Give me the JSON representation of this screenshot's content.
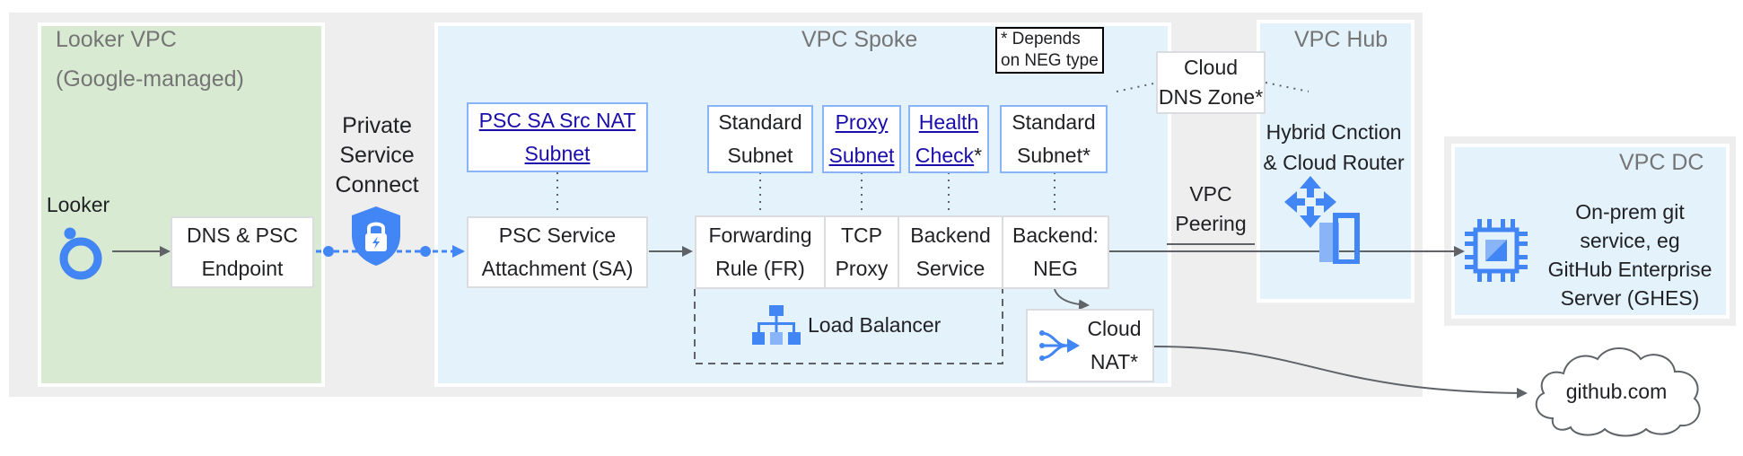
{
  "zones": {
    "looker_vpc": {
      "title": "Looker VPC",
      "subtitle": "(Google-managed)"
    },
    "vpc_spoke": {
      "title": "VPC Spoke"
    },
    "vpc_hub": {
      "title": "VPC Hub"
    },
    "vpc_dc": {
      "title": "VPC DC"
    }
  },
  "note": {
    "line1": "* Depends",
    "line2": "on NEG type"
  },
  "nodes": {
    "looker": "Looker",
    "dns_psc_endpoint": {
      "line1": "DNS & PSC",
      "line2": "Endpoint"
    },
    "private_service_connect": {
      "line1": "Private",
      "line2": "Service",
      "line3": "Connect"
    },
    "psc_sa_src_nat_subnet": {
      "line1": "PSC SA Src NAT",
      "line2": "Subnet"
    },
    "psc_service_attachment": {
      "line1": "PSC Service",
      "line2": "Attachment (SA)"
    },
    "standard_subnet": {
      "line1": "Standard",
      "line2": "Subnet"
    },
    "proxy_subnet": {
      "line1": "Proxy",
      "line2": "Subnet"
    },
    "health_check": {
      "line1": "Health",
      "line2": "Check",
      "suffix": "*"
    },
    "standard_subnet_star": {
      "line1": "Standard",
      "line2": "Subnet*"
    },
    "forwarding_rule": {
      "line1": "Forwarding",
      "line2": "Rule (FR)"
    },
    "tcp_proxy": {
      "line1": "TCP",
      "line2": "Proxy"
    },
    "backend_service": {
      "line1": "Backend",
      "line2": "Service"
    },
    "backend_neg": {
      "line1": "Backend:",
      "line2": "NEG"
    },
    "load_balancer": "Load Balancer",
    "cloud_nat": {
      "line1": "Cloud",
      "line2": "NAT*"
    },
    "cloud_dns_zone": {
      "line1": "Cloud",
      "line2": "DNS Zone*"
    },
    "vpc_peering": {
      "line1": "VPC",
      "line2": "Peering"
    },
    "hybrid_connection": {
      "line1": "Hybrid Cnction",
      "line2": "& Cloud Router"
    },
    "on_prem_git": {
      "line1": "On-prem git",
      "line2": "service, eg",
      "line3": "GitHub Enterprise",
      "line4": "Server (GHES)"
    },
    "github": "github.com"
  },
  "icons": {
    "looker": "looker-logo-icon",
    "psc": "shield-lock-icon",
    "load_balancer": "load-balancer-icon",
    "cloud_nat": "cloud-nat-icon",
    "hybrid": "hybrid-connectivity-icon",
    "on_prem": "chip-icon",
    "github": "cloud-icon"
  },
  "colors": {
    "looker_zone": "#d9ead3",
    "vpc_zone": "#e4f2fb",
    "outer": "#eeeeee",
    "border_blue": "#8ab4f8",
    "icon_blue": "#4285f4",
    "link": "#1a0dab"
  }
}
